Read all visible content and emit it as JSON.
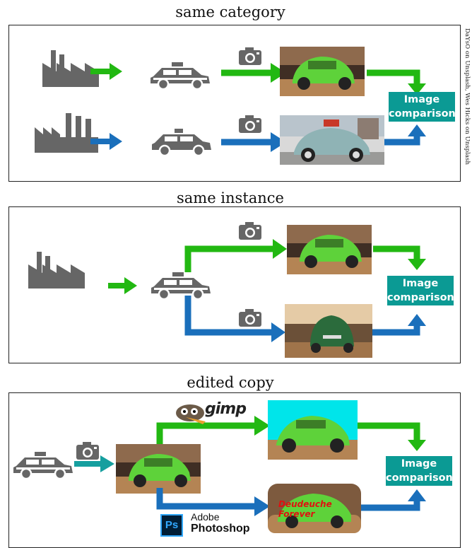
{
  "panels": [
    {
      "title": "same category"
    },
    {
      "title": "same instance"
    },
    {
      "title": "edited copy"
    }
  ],
  "comparison_label_line1": "Image",
  "comparison_label_line2": "comparison",
  "photo_credit": "DaYsO on Unsplash, Wes Hicks on Unsplash",
  "gimp_logo_text": "gimp",
  "photoshop": {
    "logo": "Ps",
    "line1": "Adobe",
    "line2": "Photoshop"
  },
  "watermark": {
    "line1": "Deudeuche",
    "line2": "Forever"
  },
  "colors": {
    "green_arrow": "#22b812",
    "blue_arrow": "#1a6fbb",
    "teal_arrow": "#169f9f",
    "comparison_box": "#0b9a94",
    "icon_gray": "#666666",
    "car_green": "#5ed23a",
    "cyan_bg": "#00e5ea"
  },
  "icons": [
    "factory-icon",
    "taxi-icon",
    "car-icon",
    "camera-icon",
    "gimp-logo",
    "photoshop-logo"
  ]
}
